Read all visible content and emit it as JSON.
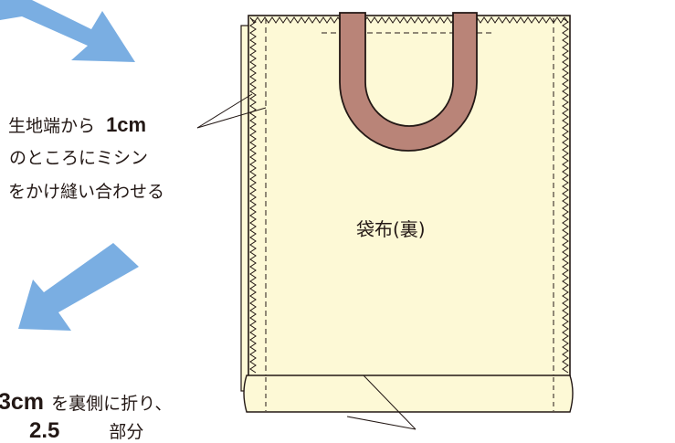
{
  "colors": {
    "fabric": "#fdf9d6",
    "outline": "#231815",
    "handle": "#b98478",
    "arrow": "#7aaee2"
  },
  "icons": {
    "top_arrow": "arrow-down-right-icon",
    "bottom_arrow": "arrow-down-left-icon"
  },
  "bag": {
    "label": "袋布(裏)"
  },
  "note_stitch": {
    "line1_prefix": "生地端から",
    "line1_value": "1cm",
    "line2": "のところにミシン",
    "line3": "をかけ縫い合わせる"
  },
  "note_fold": {
    "line1_value": "3cm",
    "line1_suffix": "を裏側に折り、",
    "line2_partial_value": "2.5",
    "line2_partial_suffix": "部分"
  }
}
